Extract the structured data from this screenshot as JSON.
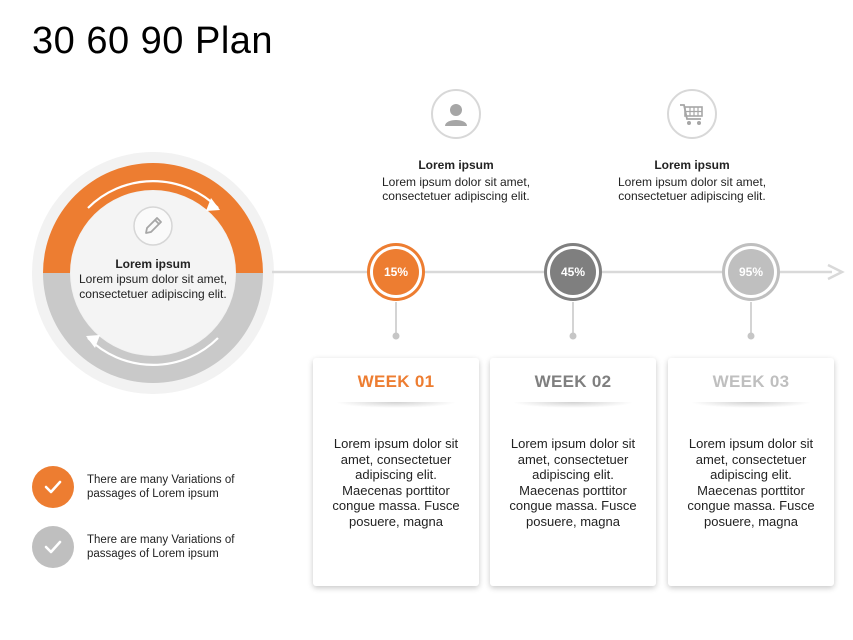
{
  "title": "30 60 90 Plan",
  "colors": {
    "orange": "#ED7D31",
    "dark_gray": "#7F7F7F",
    "light_gray": "#BFBFBF",
    "ring_gray": "#C9C9C9",
    "pale_gray": "#D9D9D9"
  },
  "center": {
    "icon": "pencil-icon",
    "heading": "Lorem ipsum",
    "text": "Lorem ipsum dolor sit amet, consectetuer adipiscing elit."
  },
  "milestones": [
    {
      "label": "15%",
      "progress": 15,
      "color": "#ED7D31"
    },
    {
      "label": "45%",
      "progress": 45,
      "color": "#7F7F7F"
    },
    {
      "label": "95%",
      "progress": 95,
      "color": "#BFBFBF"
    }
  ],
  "top_notes": [
    {
      "icon": "user-icon",
      "heading": "Lorem ipsum",
      "text": "Lorem ipsum dolor sit amet, consectetuer adipiscing elit."
    },
    {
      "icon": "shopping-cart-icon",
      "heading": "Lorem ipsum",
      "text": "Lorem ipsum dolor sit amet, consectetuer adipiscing elit."
    }
  ],
  "weeks": [
    {
      "label": "WEEK 01",
      "color": "#ED7D31",
      "text": "Lorem ipsum dolor sit amet, consectetuer adipiscing elit. Maecenas porttitor congue massa. Fusce posuere, magna"
    },
    {
      "label": "WEEK 02",
      "color": "#7F7F7F",
      "text": "Lorem ipsum dolor sit amet, consectetuer adipiscing elit. Maecenas porttitor congue massa. Fusce posuere, magna"
    },
    {
      "label": "WEEK 03",
      "color": "#BFBFBF",
      "text": "Lorem ipsum dolor sit amet, consectetuer adipiscing elit. Maecenas porttitor congue massa. Fusce posuere, magna"
    }
  ],
  "legend": [
    {
      "icon": "check-icon",
      "color": "#ED7D31",
      "text": "There are many Variations of passages of Lorem ipsum"
    },
    {
      "icon": "check-icon",
      "color": "#BFBFBF",
      "text": "There are many Variations of passages of Lorem ipsum"
    }
  ]
}
